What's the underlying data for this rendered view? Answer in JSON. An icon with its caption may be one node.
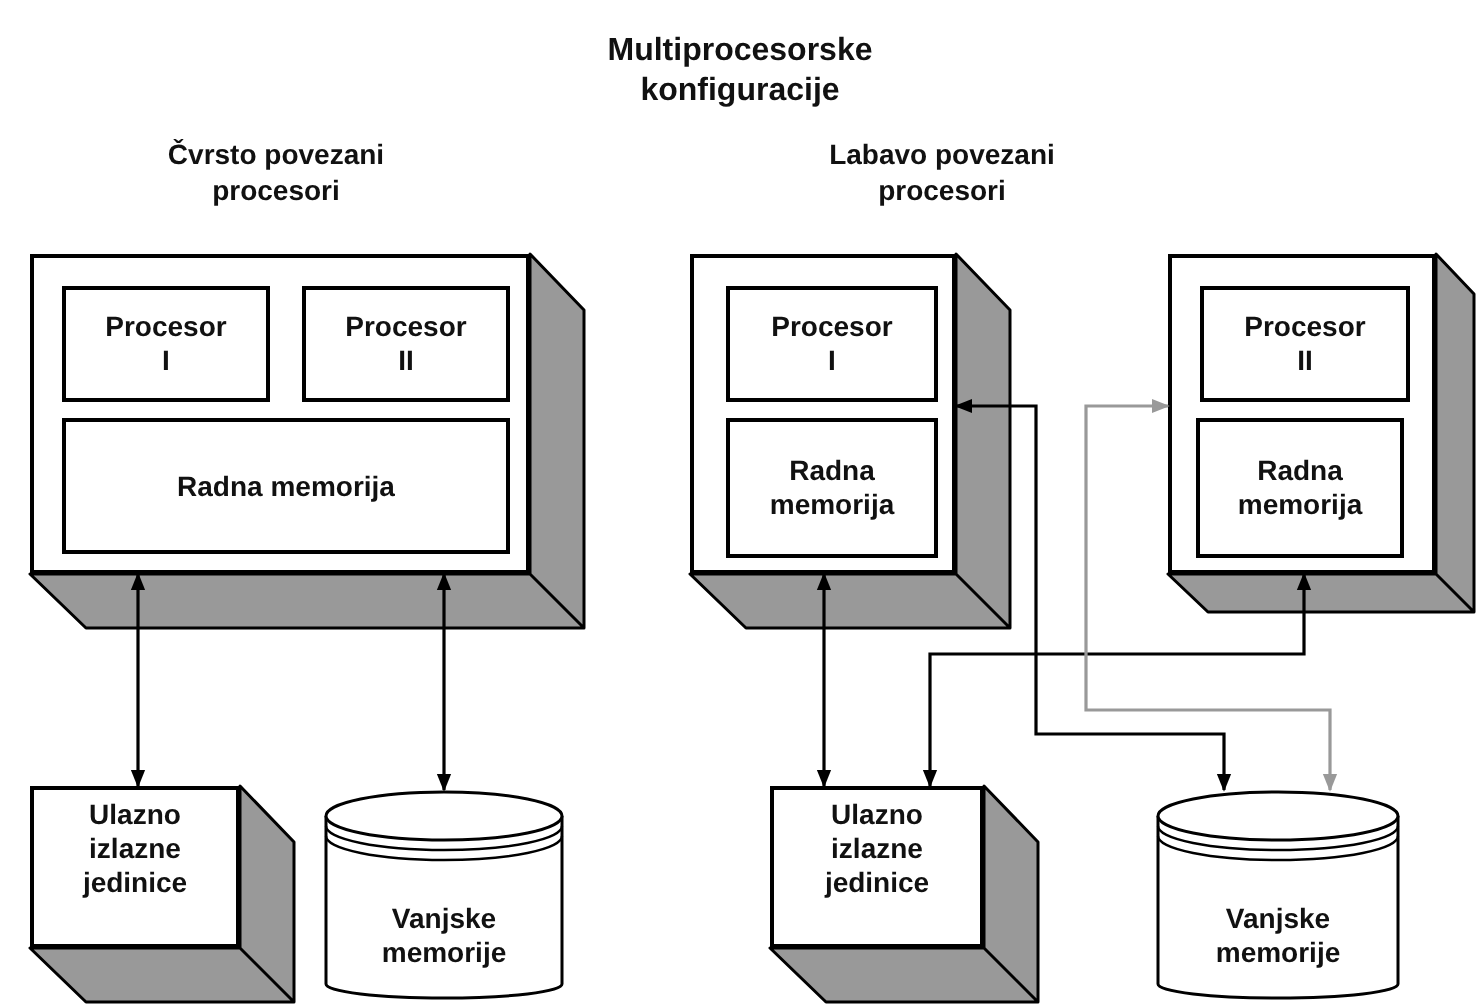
{
  "diagram": {
    "title": "Multiprocesorske konfiguracije",
    "nodes": [
      {
        "text": [],
        "shape": "box"
      },
      {
        "text": [
          "Procesor I"
        ],
        "in": 0
      },
      {
        "text": [
          "Procesor II"
        ],
        "in": 0
      },
      {
        "text": [
          "Radna memorija"
        ],
        "in": 0
      },
      {
        "text": [
          "Ulazno izlazne jedinice"
        ]
      },
      {
        "text": [
          "Vanjske memorije"
        ]
      },
      {
        "text": [],
        "shape": "box"
      },
      {
        "text": [
          "Procesor I"
        ],
        "in": 6
      },
      {
        "text": [
          "Radna memorija"
        ],
        "in": 6
      },
      {
        "text": [],
        "shape": "box"
      },
      {
        "text": [
          "Procesor II"
        ],
        "in": 9
      },
      {
        "text": [
          "Radna memorija"
        ],
        "in": 9
      },
      {
        "text": [
          "Ulazno izlazne jedinice"
        ]
      },
      {
        "text": [
          "Vanjske memorije"
        ]
      }
    ],
    "edges": [
      {
        "from": 0,
        "to": 4,
        "arrow": "both"
      },
      {
        "from": 0,
        "to": 5,
        "arrow": "both"
      },
      {
        "from": 6,
        "to": 12,
        "arrow": "both"
      },
      {
        "from": 9,
        "to": 12,
        "arrow": "both"
      },
      {
        "from": 6,
        "to": 13,
        "arrow": "both"
      },
      {
        "from": 9,
        "to": 13,
        "arrow": "both",
        "color": "#999999"
      }
    ],
    "labels": [
      "Čvrsto povezani procesori",
      "Labavo povezani procesori"
    ]
  }
}
